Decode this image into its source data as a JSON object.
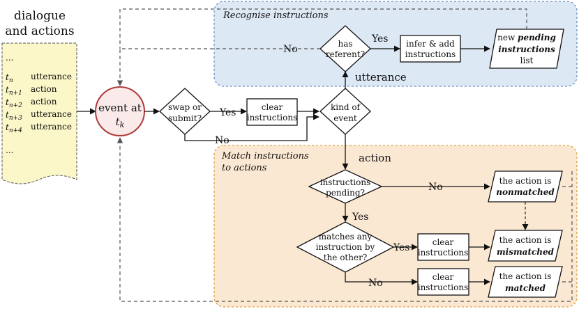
{
  "panel": {
    "title_line1": "dialogue",
    "title_line2": "and actions",
    "rows": [
      {
        "time": "...",
        "kind": ""
      },
      {
        "time": "t_n",
        "kind": "utterance"
      },
      {
        "time": "t_{n+1}",
        "kind": "action"
      },
      {
        "time": "t_{n+2}",
        "kind": "action"
      },
      {
        "time": "t_{n+3}",
        "kind": "utterance"
      },
      {
        "time": "t_{n+4}",
        "kind": "utterance"
      },
      {
        "time": "...",
        "kind": ""
      }
    ]
  },
  "event": {
    "line1": "event at",
    "line2": "t_k"
  },
  "decisions": {
    "swap": {
      "line1": "swap or",
      "line2": "submit?"
    },
    "kind": {
      "line1": "kind of",
      "line2": "event"
    },
    "referent": {
      "line1": "has",
      "line2": "referent?"
    },
    "pending": {
      "line1": "instructions",
      "line2": "pending?"
    },
    "matches": {
      "line1": "matches any",
      "line2": "instruction by",
      "line3": "the other?"
    }
  },
  "processes": {
    "clear_top": {
      "line1": "clear",
      "line2": "instructions"
    },
    "infer_add": {
      "line1": "infer & add",
      "line2": "instructions"
    },
    "clear_mid": {
      "line1": "clear",
      "line2": "instructions"
    },
    "clear_bot": {
      "line1": "clear",
      "line2": "instructions"
    }
  },
  "outputs": {
    "pending_list": {
      "pre": "new ",
      "emph1": "pending",
      "emph2": "instructions",
      "post": "list"
    },
    "nonmatched": {
      "pre": "the action is",
      "emph": "nonmatched"
    },
    "mismatched": {
      "pre": "the action is",
      "emph": "mismatched"
    },
    "matched": {
      "pre": "the action is",
      "emph": "matched"
    }
  },
  "regions": {
    "recognise": "Recognise instructions",
    "match_line1": "Match instructions",
    "match_line2": "to actions"
  },
  "edge_labels": {
    "yes": "Yes",
    "no": "No",
    "utterance": "utterance",
    "action": "action"
  },
  "colors": {
    "blue_region": "#dde8f5",
    "blue_border": "#6a8fc0",
    "orange_region": "#fbe8d3",
    "orange_border": "#e0a23a",
    "panel_fill": "#fbf7c8",
    "event_circle": "#b03a3a"
  }
}
